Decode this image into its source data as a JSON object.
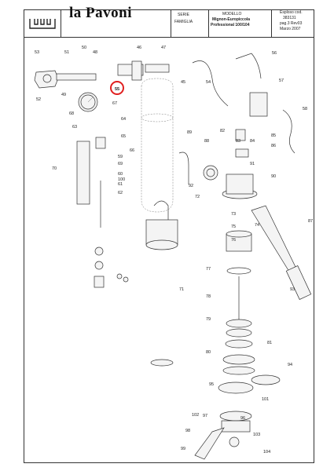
{
  "header": {
    "brand": "la Pavoni",
    "serie_label": "SERIE",
    "famiglia_label": "FAMIGLIA",
    "modello_label": "MODELLO",
    "model_name": "Mignon-Europiccola",
    "model_line2": "Professional 100/104",
    "doc_code_label": "Esploso cod.",
    "doc_code": "383131",
    "page_rev": "pag.3 Rev03",
    "date": "Marzo 2007"
  },
  "highlight": {
    "part": "55",
    "color": "#e02020"
  },
  "parts": [
    "53",
    "51",
    "50",
    "48",
    "46",
    "47",
    "49",
    "52",
    "55",
    "45",
    "56",
    "57",
    "54",
    "58",
    "68",
    "67",
    "64",
    "65",
    "66",
    "63",
    "70",
    "69",
    "59",
    "60",
    "61",
    "62",
    "100",
    "89",
    "88",
    "82",
    "83",
    "84",
    "85",
    "86",
    "87",
    "90",
    "91",
    "92",
    "72",
    "73",
    "74",
    "75",
    "76",
    "77",
    "78",
    "79",
    "80",
    "81",
    "71",
    "93",
    "94",
    "95",
    "96",
    "97",
    "98",
    "99",
    "101",
    "102",
    "103",
    "104"
  ]
}
